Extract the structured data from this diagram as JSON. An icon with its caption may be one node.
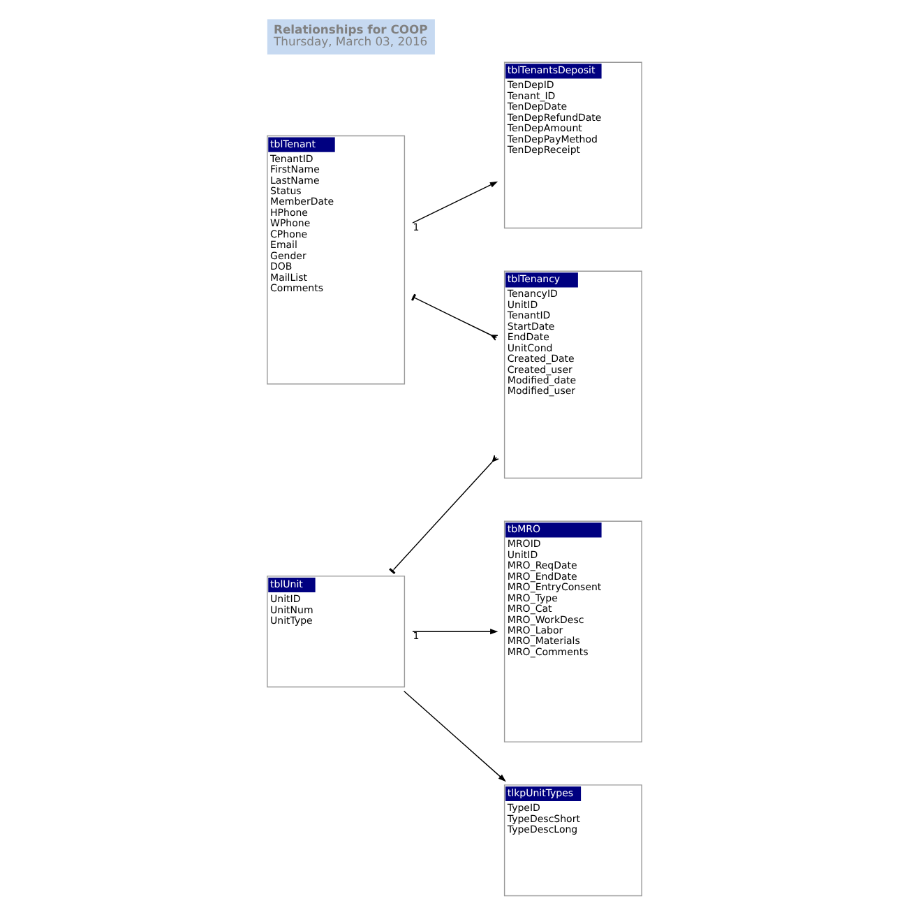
{
  "diagram": {
    "title": "Relationships for COOP",
    "caption": "Thursday, March 03, 2016",
    "nodes": [
      {
        "text": [
          "tblTenant",
          "TenantID",
          "FirstName",
          "LastName",
          "Status",
          "MemberDate",
          "HPhone",
          "WPhone",
          "CPhone",
          "Email",
          "Gender",
          "DOB",
          "MailList",
          "Comments"
        ]
      },
      {
        "text": [
          "tblTenantsDeposit",
          "TenDepID",
          "Tenant_ID",
          "TenDepDate",
          "TenDepRefundDate",
          "TenDepAmount",
          "TenDepPayMethod",
          "TenDepReceipt"
        ]
      },
      {
        "text": [
          "tblTenancy",
          "TenancyID",
          "UnitID",
          "TenantID",
          "StartDate",
          "EndDate",
          "UnitCond",
          "Created_Date",
          "Created_user",
          "Modified_date",
          "Modified_user"
        ]
      },
      {
        "text": [
          "tbMRO",
          "MROID",
          "UnitID",
          "MRO_ReqDate",
          "MRO_EndDate",
          "MRO_EntryConsent",
          "MRO_Type",
          "MRO_Cat",
          "MRO_WorkDesc",
          "MRO_Labor",
          "MRO_Materials",
          "MRO_Comments"
        ]
      },
      {
        "text": [
          "tblUnit",
          "UnitID",
          "UnitNum",
          "UnitType"
        ]
      },
      {
        "text": [
          "tlkpUnitTypes",
          "TypeID",
          "TypeDescShort",
          "TypeDescLong"
        ]
      }
    ],
    "edges": [
      {
        "from": 0,
        "to": 1,
        "arrow": "to",
        "label": "1"
      },
      {
        "from": 0,
        "to": 2,
        "arrow": "other"
      },
      {
        "from": 4,
        "to": 2,
        "arrow": "other"
      },
      {
        "from": 4,
        "to": 3,
        "arrow": "to",
        "label": "1"
      },
      {
        "from": 4,
        "to": 5,
        "arrow": "to"
      }
    ]
  }
}
